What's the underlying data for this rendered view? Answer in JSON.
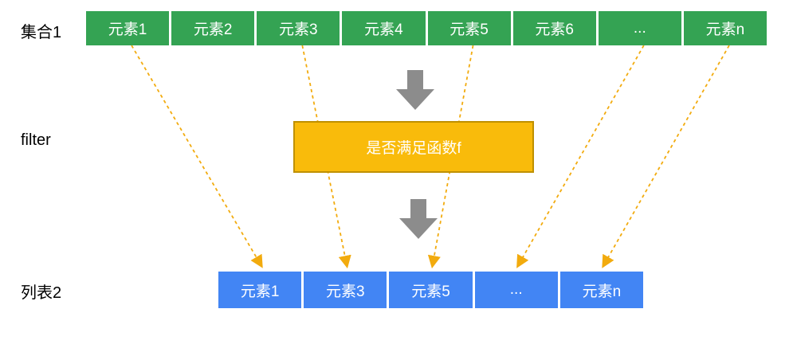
{
  "diagram": {
    "title": "filter operation diagram",
    "source_row": {
      "label": "集合1",
      "items": [
        "元素1",
        "元素2",
        "元素3",
        "元素4",
        "元素5",
        "元素6",
        "...",
        "元素n"
      ]
    },
    "filter": {
      "label": "filter",
      "box_text": "是否满足函数f"
    },
    "result_row": {
      "label": "列表2",
      "items": [
        "元素1",
        "元素3",
        "元素5",
        "...",
        "元素n"
      ]
    },
    "mappings": [
      {
        "from": "元素1",
        "from_index": 0,
        "to": "元素1",
        "to_index": 0
      },
      {
        "from": "元素3",
        "from_index": 2,
        "to": "元素3",
        "to_index": 1
      },
      {
        "from": "元素5",
        "from_index": 4,
        "to": "元素5",
        "to_index": 2
      },
      {
        "from": "...",
        "from_index": 6,
        "to": "...",
        "to_index": 3
      },
      {
        "from": "元素n",
        "from_index": 7,
        "to": "元素n",
        "to_index": 4
      }
    ],
    "colors": {
      "source_box": "#34A353",
      "result_box": "#4285F4",
      "filter_fill": "#F9BB0B",
      "filter_border": "#BF9000",
      "dashed_arrow": "#F2AB0E",
      "block_arrow": "#8C8C8C",
      "box_text": "#FFFFFF",
      "label_text": "#000000"
    }
  }
}
